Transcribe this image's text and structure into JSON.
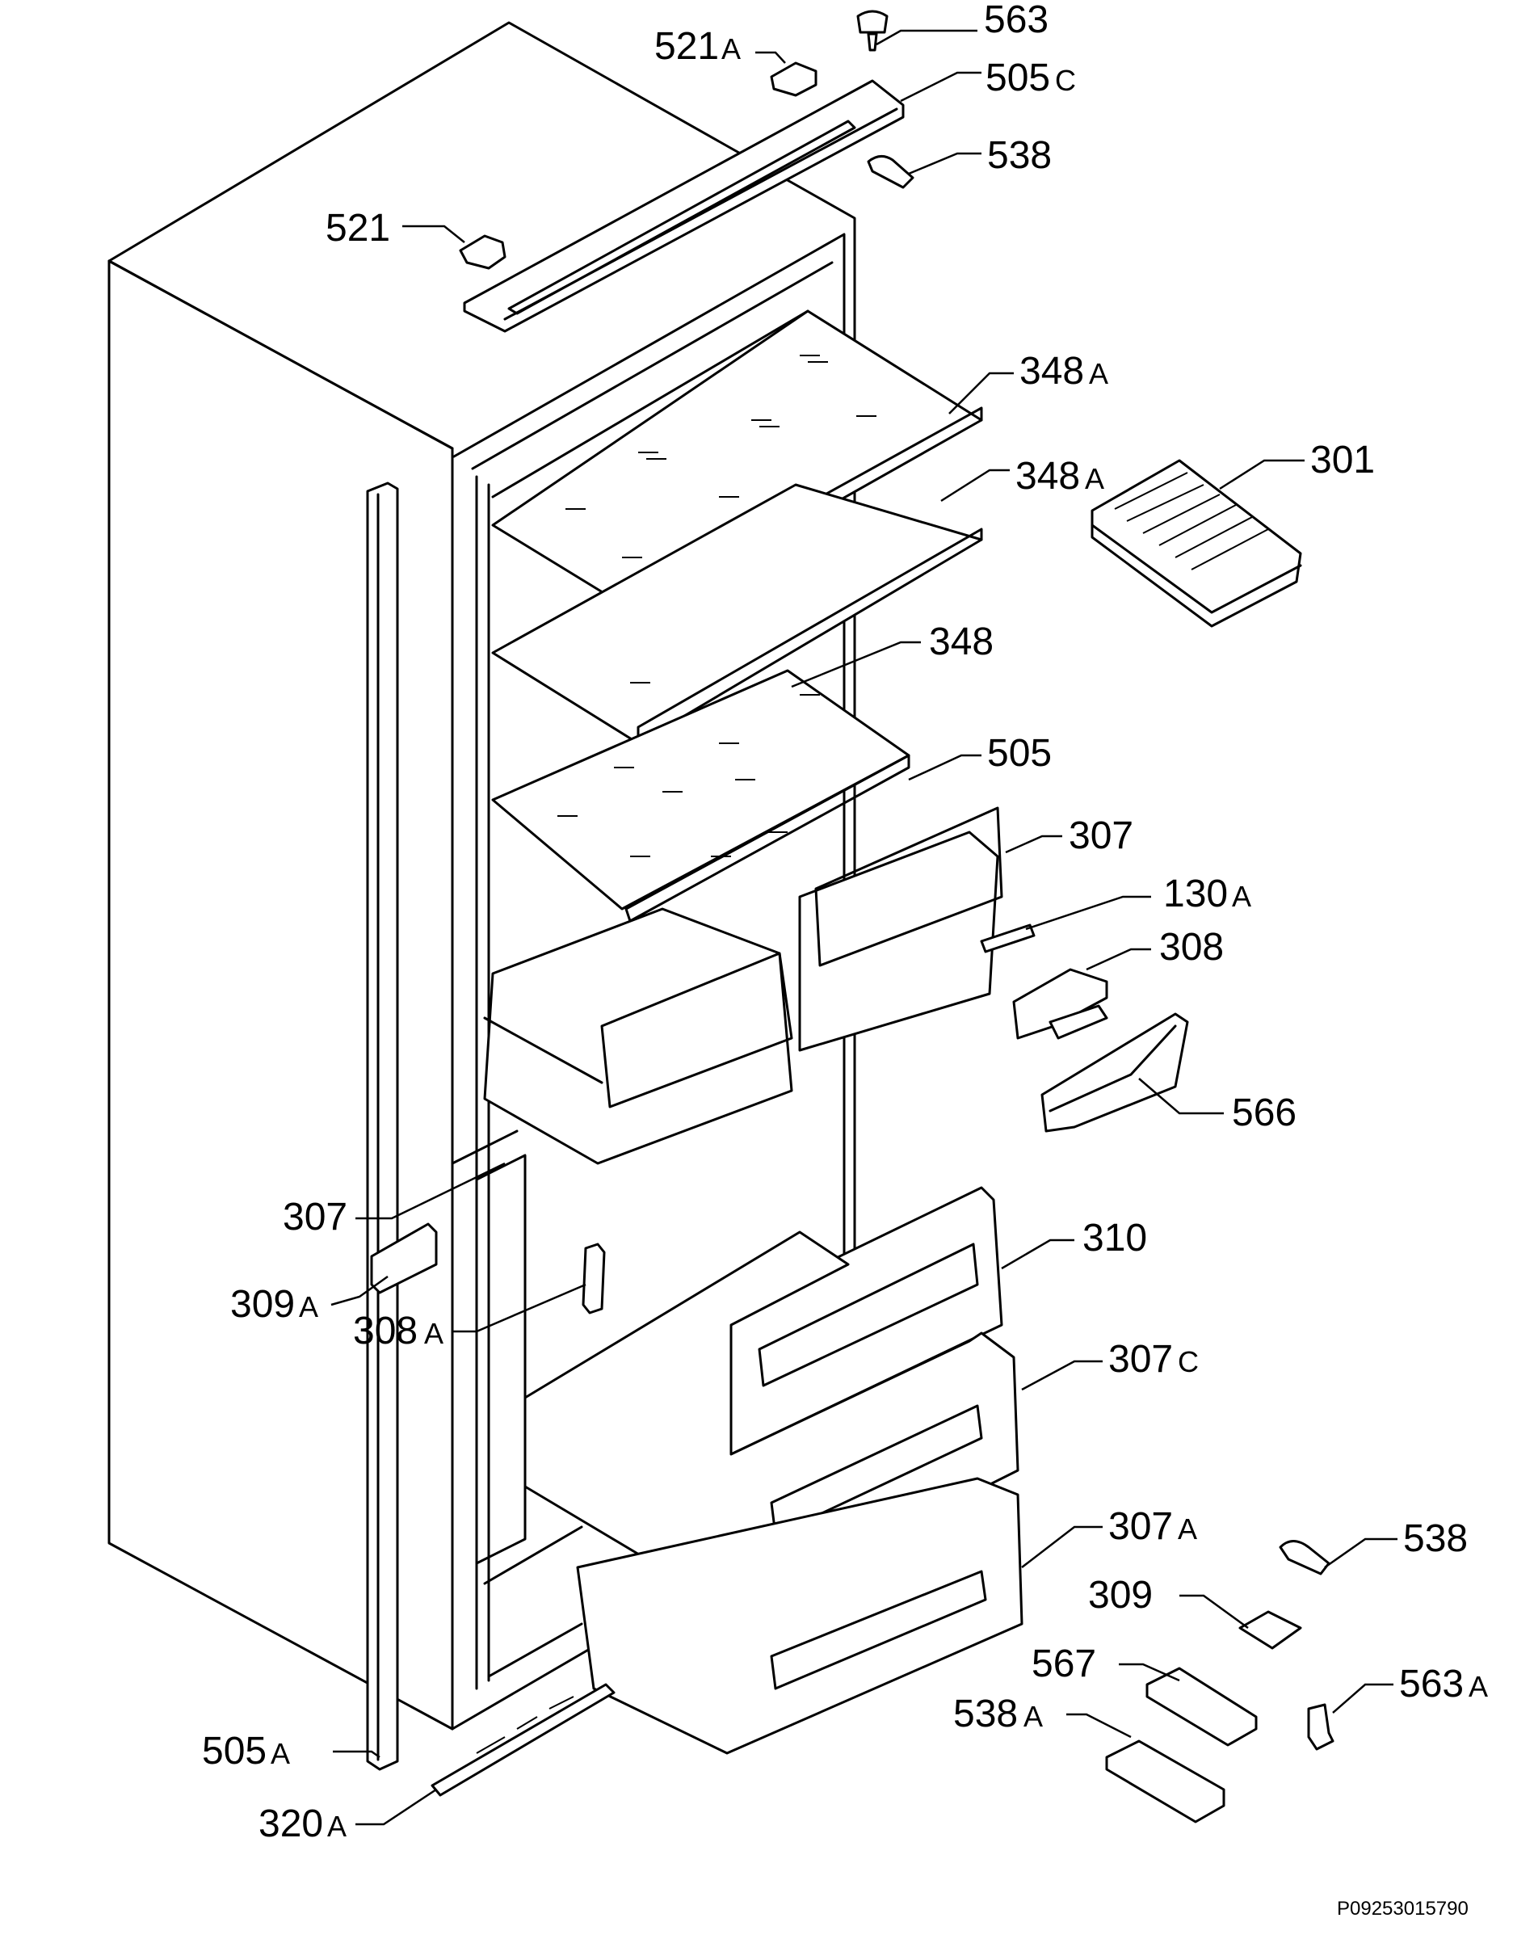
{
  "doc_code": "P09253015790",
  "callouts": [
    {
      "id": "c563",
      "num": "563",
      "suffix": ""
    },
    {
      "id": "c521a",
      "num": "521",
      "suffix": "A"
    },
    {
      "id": "c505c",
      "num": "505",
      "suffix": "C"
    },
    {
      "id": "c538t",
      "num": "538",
      "suffix": ""
    },
    {
      "id": "c521",
      "num": "521",
      "suffix": ""
    },
    {
      "id": "c348a1",
      "num": "348",
      "suffix": "A"
    },
    {
      "id": "c348a2",
      "num": "348",
      "suffix": "A"
    },
    {
      "id": "c301",
      "num": "301",
      "suffix": ""
    },
    {
      "id": "c348",
      "num": "348",
      "suffix": ""
    },
    {
      "id": "c505",
      "num": "505",
      "suffix": ""
    },
    {
      "id": "c307",
      "num": "307",
      "suffix": ""
    },
    {
      "id": "c130a",
      "num": "130",
      "suffix": "A"
    },
    {
      "id": "c308",
      "num": "308",
      "suffix": ""
    },
    {
      "id": "c566",
      "num": "566",
      "suffix": ""
    },
    {
      "id": "c307l",
      "num": "307",
      "suffix": ""
    },
    {
      "id": "c310",
      "num": "310",
      "suffix": ""
    },
    {
      "id": "c309a",
      "num": "309",
      "suffix": "A"
    },
    {
      "id": "c308a",
      "num": "308",
      "suffix": "A"
    },
    {
      "id": "c307c",
      "num": "307",
      "suffix": "C"
    },
    {
      "id": "c307a",
      "num": "307",
      "suffix": "A"
    },
    {
      "id": "c538b",
      "num": "538",
      "suffix": ""
    },
    {
      "id": "c309",
      "num": "309",
      "suffix": ""
    },
    {
      "id": "c567",
      "num": "567",
      "suffix": ""
    },
    {
      "id": "c563a",
      "num": "563",
      "suffix": "A"
    },
    {
      "id": "c538a",
      "num": "538",
      "suffix": "A"
    },
    {
      "id": "c505a",
      "num": "505",
      "suffix": "A"
    },
    {
      "id": "c320a",
      "num": "320",
      "suffix": "A"
    }
  ]
}
